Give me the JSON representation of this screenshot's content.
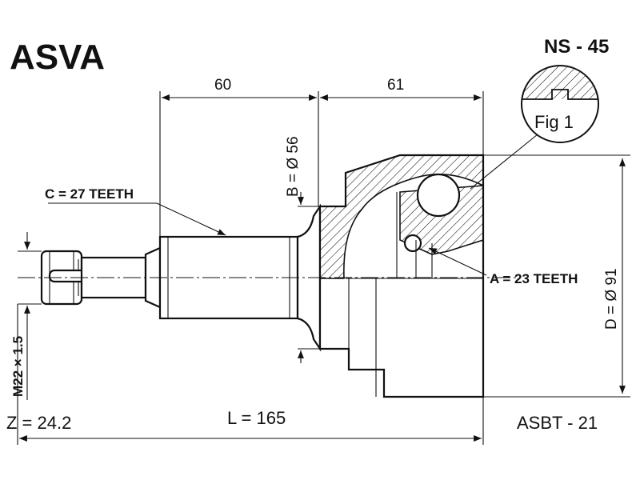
{
  "brand": "ASVA",
  "part_number": "NS - 45",
  "catalog_code": "ASBT - 21",
  "fig_label": "Fig 1",
  "dimensions": {
    "left_length": "60",
    "right_length": "61",
    "b_diameter": "B = Ø 56",
    "c_teeth": "C = 27 TEETH",
    "a_teeth": "A = 23 TEETH",
    "d_diameter": "D = Ø 91",
    "thread": "M22 × 1.5",
    "z_value": "Z = 24.2",
    "total_length": "L = 165"
  },
  "colors": {
    "line": "#111111",
    "background": "#ffffff"
  }
}
